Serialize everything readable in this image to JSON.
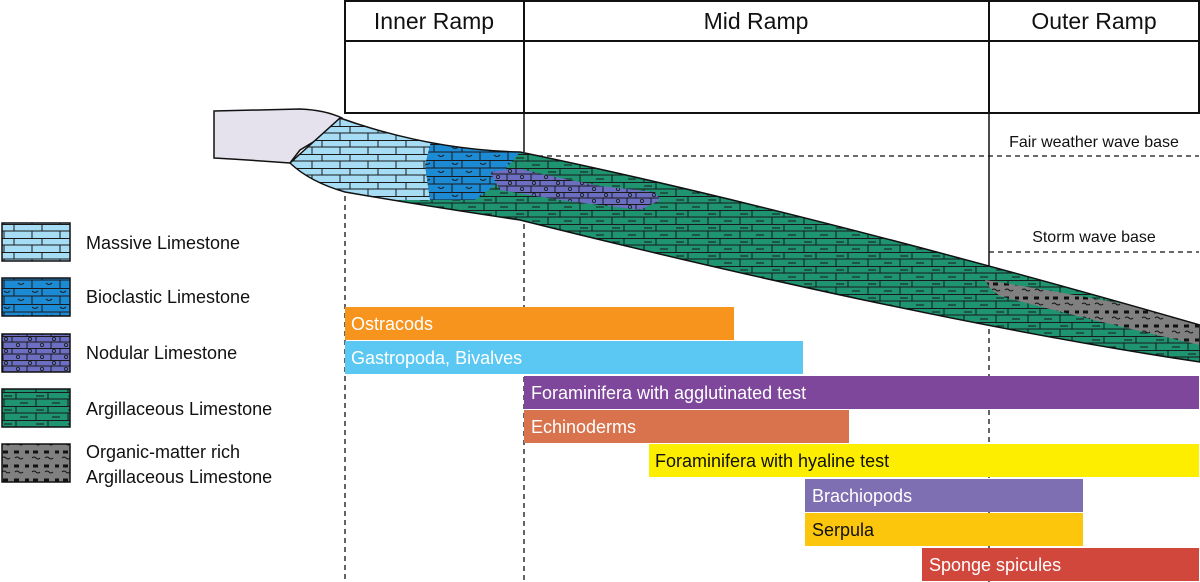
{
  "zones": [
    {
      "label": "Inner Ramp"
    },
    {
      "label": "Mid Ramp"
    },
    {
      "label": "Outer Ramp"
    }
  ],
  "wave_bases": {
    "fair_weather": "Fair weather wave base",
    "storm": "Storm wave base"
  },
  "legend": [
    {
      "label": "Massive Limestone",
      "pattern": "massive"
    },
    {
      "label": "Bioclastic Limestone",
      "pattern": "bioclastic"
    },
    {
      "label": "Nodular Limestone",
      "pattern": "nodular"
    },
    {
      "label": "Argillaceous Limestone",
      "pattern": "argillaceous"
    },
    {
      "label": "Organic-matter rich",
      "label2": "Argillaceous Limestone",
      "pattern": "organic"
    }
  ],
  "fossil_bars": [
    {
      "label": "Ostracods",
      "color": "#f7941d",
      "text_dark": false
    },
    {
      "label": "Gastropoda, Bivalves",
      "color": "#5bc8f3",
      "text_dark": false
    },
    {
      "label": "Foraminifera with agglutinated test",
      "color": "#7f479c",
      "text_dark": false
    },
    {
      "label": "Echinoderms",
      "color": "#d9734d",
      "text_dark": false
    },
    {
      "label": "Foraminifera with hyaline test",
      "color": "#fdee00",
      "text_dark": true
    },
    {
      "label": "Brachiopods",
      "color": "#7e6fb3",
      "text_dark": false
    },
    {
      "label": "Serpula",
      "color": "#fcc60c",
      "text_dark": true
    },
    {
      "label": "Sponge spicules",
      "color": "#d2473c",
      "text_dark": false
    }
  ],
  "colors": {
    "massive": "#a7dcf5",
    "bioclastic": "#1d8bd4",
    "nodular": "#6b6ec1",
    "argillaceous": "#1f9470",
    "organic": "#808080",
    "coastal": "#e5e2ee"
  }
}
